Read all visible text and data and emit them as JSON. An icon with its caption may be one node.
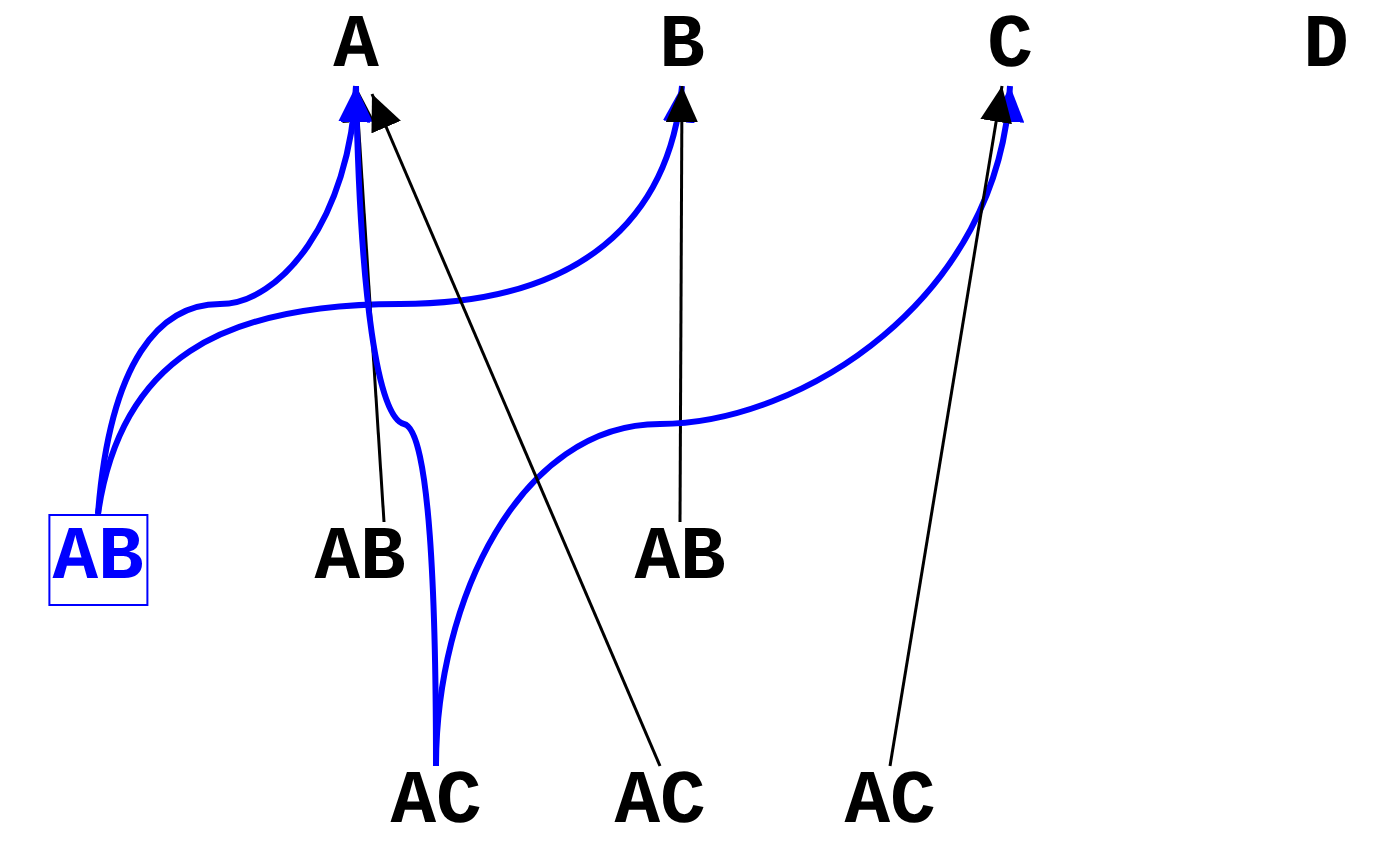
{
  "diagram": {
    "nodes": [
      {
        "text": [
          "A"
        ]
      },
      {
        "text": [
          "B"
        ]
      },
      {
        "text": [
          "C"
        ]
      },
      {
        "text": [
          "D"
        ]
      },
      {
        "text": [
          "AB"
        ]
      },
      {
        "text": [
          "AB"
        ]
      },
      {
        "text": [
          "AB"
        ]
      },
      {
        "text": [
          "AC"
        ]
      },
      {
        "text": [
          "AC"
        ]
      },
      {
        "text": [
          "AC"
        ]
      }
    ],
    "edges": [
      {
        "from": 4,
        "to": 0,
        "arrow": "to",
        "style": "thick",
        "color": "#0000ff"
      },
      {
        "from": 4,
        "to": 1,
        "arrow": "to",
        "style": "thick",
        "color": "#0000ff"
      },
      {
        "from": 5,
        "to": 0,
        "arrow": "to",
        "color": "#000000"
      },
      {
        "from": 6,
        "to": 1,
        "arrow": "to",
        "color": "#000000"
      },
      {
        "from": 7,
        "to": 0,
        "arrow": "to",
        "style": "thick",
        "color": "#0000ff"
      },
      {
        "from": 7,
        "to": 2,
        "arrow": "to",
        "style": "thick",
        "color": "#0000ff"
      },
      {
        "from": 8,
        "to": 0,
        "arrow": "to",
        "color": "#000000"
      },
      {
        "from": 9,
        "to": 2,
        "arrow": "to",
        "color": "#000000"
      }
    ]
  }
}
